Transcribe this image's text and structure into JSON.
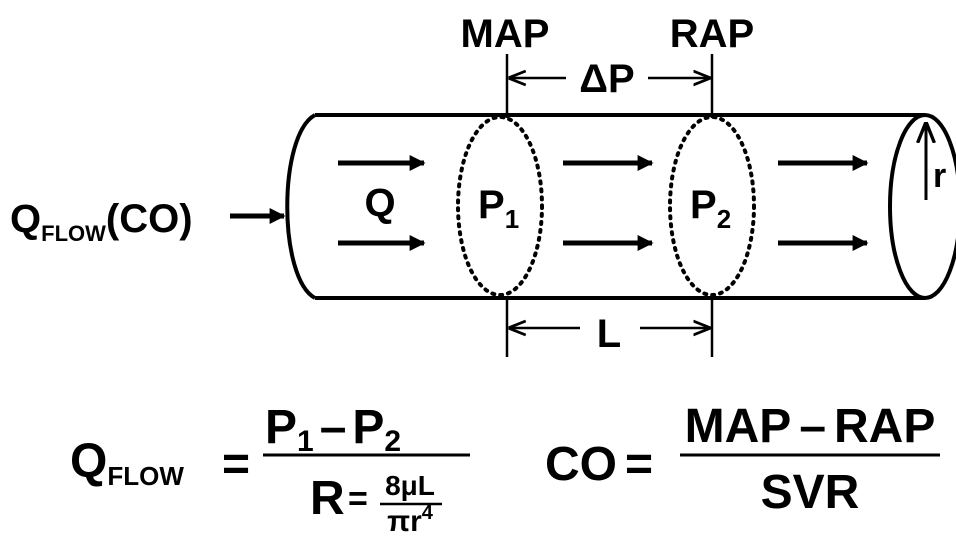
{
  "diagram": {
    "top_labels": {
      "left": "MAP",
      "right": "RAP"
    },
    "delta_p": "ΔP",
    "length_label": "L",
    "radius_label": "r",
    "inflow": {
      "q": "Q",
      "sub": "FLOW",
      "paren": "(CO)"
    },
    "flow_label": "Q",
    "sections": [
      {
        "p": "P",
        "sub": "1"
      },
      {
        "p": "P",
        "sub": "2"
      }
    ]
  },
  "equations": {
    "qflow": {
      "lhs_q": "Q",
      "lhs_sub": "FLOW",
      "equals": "=",
      "numerator": {
        "p1": "P",
        "s1": "1",
        "minus": "–",
        "p2": "P",
        "s2": "2"
      },
      "denominator": {
        "r": "R",
        "equals": "=",
        "frac_num": "8μL",
        "frac_den_pi": "π",
        "frac_den_r": "r",
        "frac_den_exp": "4"
      }
    },
    "co": {
      "lhs": "CO",
      "equals": "=",
      "numerator": {
        "a": "MAP",
        "minus": "–",
        "b": "RAP"
      },
      "denominator": "SVR"
    }
  },
  "colors": {
    "ink": "#000000",
    "background": "#ffffff"
  }
}
